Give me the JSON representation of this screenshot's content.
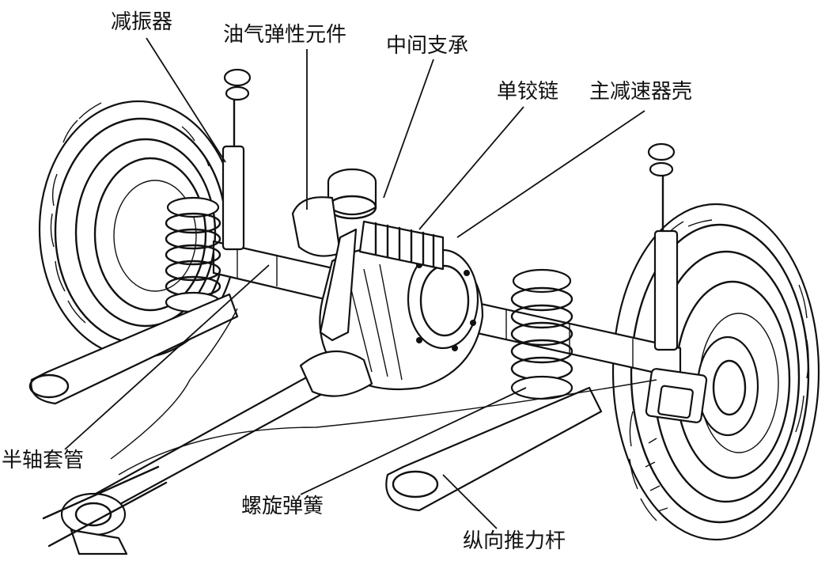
{
  "labels": {
    "shock_absorber": "减振器",
    "hydropneumatic_element": "油气弹性元件",
    "center_support": "中间支承",
    "single_hinge": "单铰链",
    "final_drive_housing": "主减速器壳",
    "axle_housing_tube": "半轴套管",
    "coil_spring": "螺旋弹簧",
    "trailing_arm": "纵向推力杆"
  }
}
